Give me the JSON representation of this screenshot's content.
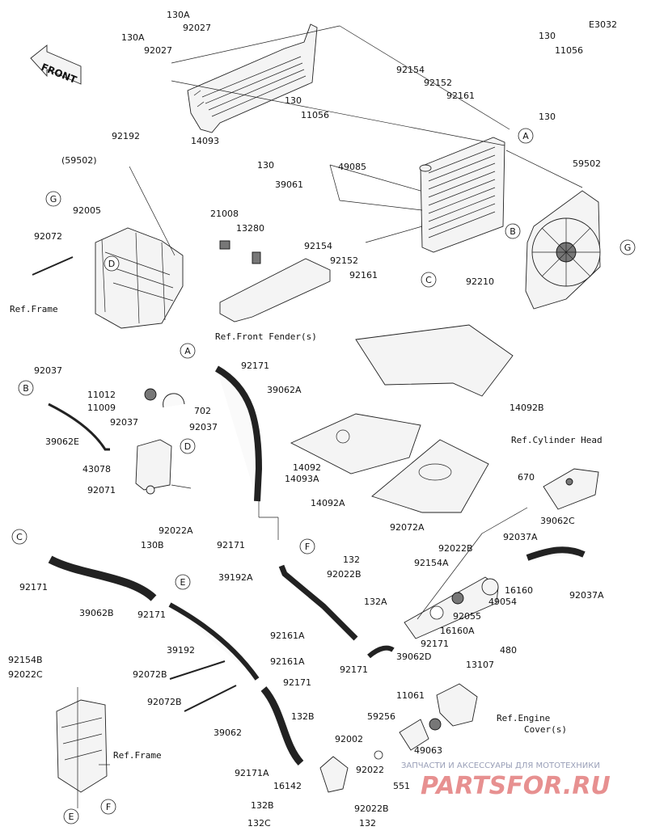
{
  "diagram_code": "E3032",
  "front_label": "FRONT",
  "callouts": [
    {
      "letter": "A"
    },
    {
      "letter": "B"
    },
    {
      "letter": "C"
    },
    {
      "letter": "D"
    },
    {
      "letter": "E"
    },
    {
      "letter": "F"
    },
    {
      "letter": "G"
    }
  ],
  "labels": [
    {
      "text": "130A"
    },
    {
      "text": "92027"
    },
    {
      "text": "130A"
    },
    {
      "text": "92027"
    },
    {
      "text": "14093"
    },
    {
      "text": "130"
    },
    {
      "text": "11056"
    },
    {
      "text": "130"
    },
    {
      "text": "130"
    },
    {
      "text": "11056"
    },
    {
      "text": "130"
    },
    {
      "text": "92154"
    },
    {
      "text": "92152"
    },
    {
      "text": "92161"
    },
    {
      "text": "49085"
    },
    {
      "text": "39061"
    },
    {
      "text": "59502"
    },
    {
      "text": "92154"
    },
    {
      "text": "92152"
    },
    {
      "text": "92161"
    },
    {
      "text": "92210"
    },
    {
      "text": "92192"
    },
    {
      "text": "(59502)"
    },
    {
      "text": "92005"
    },
    {
      "text": "92072"
    },
    {
      "text": "21008"
    },
    {
      "text": "13280"
    },
    {
      "text": "92171"
    },
    {
      "text": "39062A"
    },
    {
      "text": "92037"
    },
    {
      "text": "11012"
    },
    {
      "text": "11009"
    },
    {
      "text": "702"
    },
    {
      "text": "92037"
    },
    {
      "text": "92037"
    },
    {
      "text": "39062E"
    },
    {
      "text": "43078"
    },
    {
      "text": "92071"
    },
    {
      "text": "92022A"
    },
    {
      "text": "130B"
    },
    {
      "text": "14092B"
    },
    {
      "text": "14092"
    },
    {
      "text": "14093A"
    },
    {
      "text": "14092A"
    },
    {
      "text": "92072A"
    },
    {
      "text": "670"
    },
    {
      "text": "39062C"
    },
    {
      "text": "92037A"
    },
    {
      "text": "92037A"
    },
    {
      "text": "92171"
    },
    {
      "text": "39192A"
    },
    {
      "text": "132"
    },
    {
      "text": "92022B"
    },
    {
      "text": "92154A"
    },
    {
      "text": "92022B"
    },
    {
      "text": "16160"
    },
    {
      "text": "49054"
    },
    {
      "text": "132A"
    },
    {
      "text": "92055"
    },
    {
      "text": "16160A"
    },
    {
      "text": "92171"
    },
    {
      "text": "92171"
    },
    {
      "text": "39062D"
    },
    {
      "text": "92171"
    },
    {
      "text": "39062B"
    },
    {
      "text": "92171"
    },
    {
      "text": "39192"
    },
    {
      "text": "92161A"
    },
    {
      "text": "92161A"
    },
    {
      "text": "92171"
    },
    {
      "text": "92154B"
    },
    {
      "text": "92022C"
    },
    {
      "text": "92072B"
    },
    {
      "text": "92072B"
    },
    {
      "text": "480"
    },
    {
      "text": "13107"
    },
    {
      "text": "11061"
    },
    {
      "text": "59256"
    },
    {
      "text": "39062"
    },
    {
      "text": "132B"
    },
    {
      "text": "92002"
    },
    {
      "text": "49063"
    },
    {
      "text": "92171A"
    },
    {
      "text": "16142"
    },
    {
      "text": "92022"
    },
    {
      "text": "551"
    },
    {
      "text": "132B"
    },
    {
      "text": "92022B"
    },
    {
      "text": "132C"
    },
    {
      "text": "132"
    }
  ],
  "refs": [
    {
      "text": "Ref.Frame"
    },
    {
      "text": "Ref.Front Fender(s)"
    },
    {
      "text": "Ref.Cylinder Head"
    },
    {
      "text": "Ref.Engine"
    },
    {
      "text": "Cover(s)"
    },
    {
      "text": "Ref.Frame"
    }
  ],
  "watermark": {
    "tagline": "ЗАПЧАСТИ И АКСЕССУАРЫ ДЛЯ МОТОТЕХНИКИ",
    "brand": "PARTSFOR.RU"
  }
}
